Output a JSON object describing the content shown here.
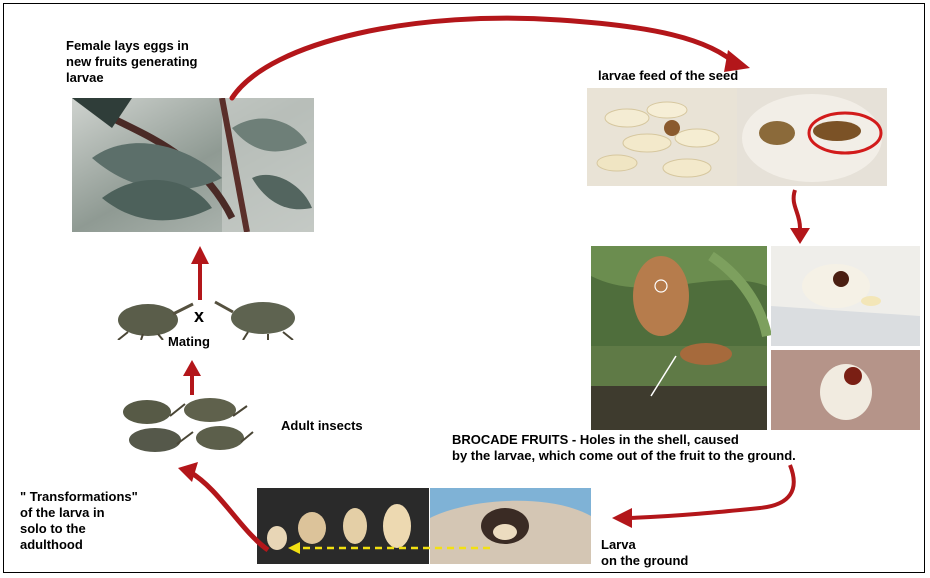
{
  "labels": {
    "female": [
      "Female lays eggs in",
      "new fruits generating",
      "larvae"
    ],
    "larvae_feed": "larvae feed of the seed",
    "mating": "Mating",
    "cross_symbol": "x",
    "adult_insects": "Adult insects",
    "brocade": [
      "BROCADE FRUITS - Holes in the shell, caused",
      "by the larvae, which come out of the fruit to the ground."
    ],
    "transformations": [
      "\" Transformations\"",
      "of the larva in",
      "solo to the",
      "adulthood"
    ],
    "larva_ground": [
      "Larva",
      "on the ground"
    ]
  },
  "colors": {
    "arrow": "#b3161a",
    "dashed_arrow": "#f2e012",
    "frame": "#000000"
  }
}
